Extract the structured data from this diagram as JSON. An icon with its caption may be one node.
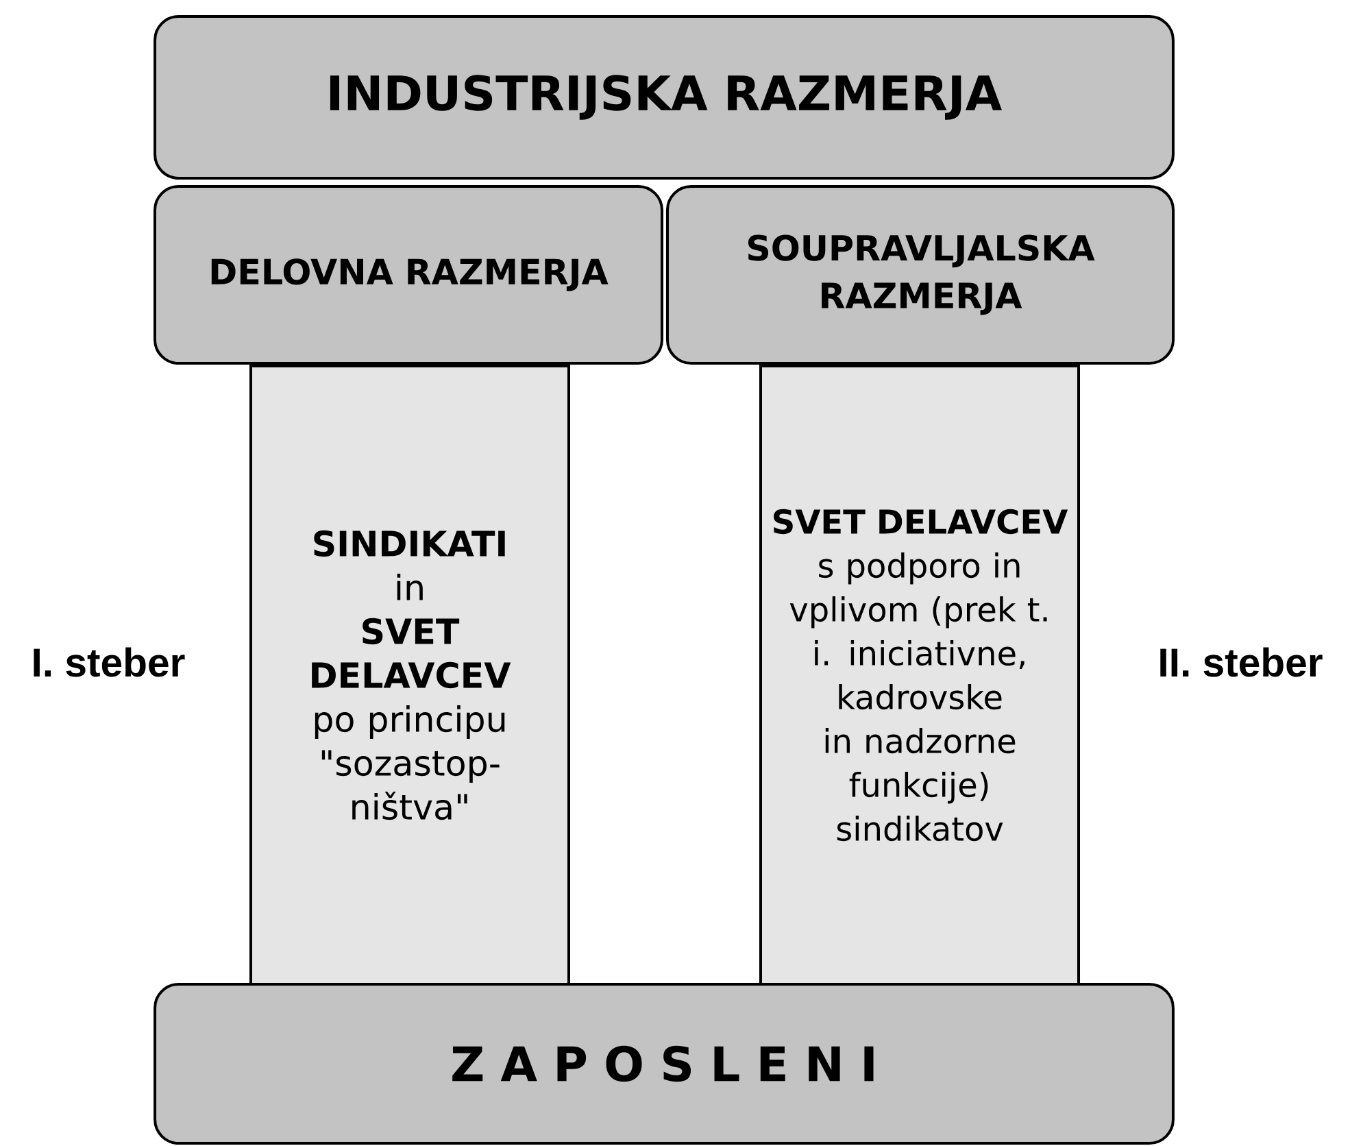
{
  "diagram": {
    "nodes": [
      {
        "text": [
          "INDUSTRIJSKA RAZMERJA"
        ]
      },
      {
        "text": [
          "DELOVNA RAZMERJA"
        ]
      },
      {
        "text": [
          "SOUPRAVLJALSKA RAZMERJA"
        ]
      },
      {
        "text": [
          "SINDIKATI",
          "in",
          "SVET DELAVCEV",
          "po principu \"sozastop- ništva\""
        ],
        "beside": [
          "I. steber"
        ]
      },
      {
        "text": [
          "SVET DELAVCEV",
          "s podporo in vplivom (prek t. i. iniciativne, kadrovske in nadzorne funkcije) sindikatov"
        ],
        "beside": [
          "II. steber"
        ]
      },
      {
        "text": [
          "Z A P O S L E N I"
        ]
      }
    ]
  }
}
